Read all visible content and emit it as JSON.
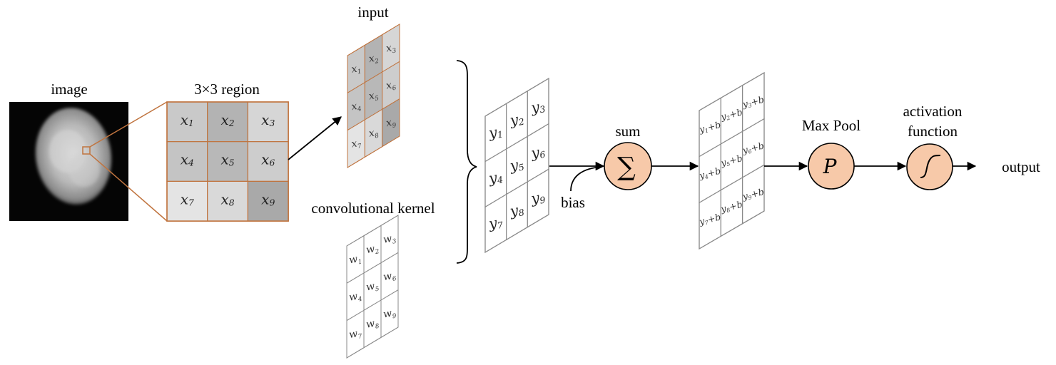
{
  "labels": {
    "image": "image",
    "region": "3×3 region",
    "input": "input",
    "kernel": "convolutional kernel",
    "sum": "sum",
    "bias": "bias",
    "maxpool": "Max Pool",
    "activation_line1": "activation",
    "activation_line2": "function",
    "output": "output"
  },
  "symbols": {
    "sum": "∑",
    "pool": "P",
    "activation": "sigmoid-curve-icon"
  },
  "region_cells": [
    {
      "base": "x",
      "sub": "1"
    },
    {
      "base": "x",
      "sub": "2"
    },
    {
      "base": "x",
      "sub": "3"
    },
    {
      "base": "x",
      "sub": "4"
    },
    {
      "base": "x",
      "sub": "5"
    },
    {
      "base": "x",
      "sub": "6"
    },
    {
      "base": "x",
      "sub": "7"
    },
    {
      "base": "x",
      "sub": "8"
    },
    {
      "base": "x",
      "sub": "9"
    }
  ],
  "input_cells": [
    {
      "base": "x",
      "sub": "1"
    },
    {
      "base": "x",
      "sub": "2"
    },
    {
      "base": "x",
      "sub": "3"
    },
    {
      "base": "x",
      "sub": "4"
    },
    {
      "base": "x",
      "sub": "5"
    },
    {
      "base": "x",
      "sub": "6"
    },
    {
      "base": "x",
      "sub": "7"
    },
    {
      "base": "x",
      "sub": "8"
    },
    {
      "base": "x",
      "sub": "9"
    }
  ],
  "kernel_cells": [
    {
      "base": "w",
      "sub": "1"
    },
    {
      "base": "w",
      "sub": "2"
    },
    {
      "base": "w",
      "sub": "3"
    },
    {
      "base": "w",
      "sub": "4"
    },
    {
      "base": "w",
      "sub": "5"
    },
    {
      "base": "w",
      "sub": "6"
    },
    {
      "base": "w",
      "sub": "7"
    },
    {
      "base": "w",
      "sub": "8"
    },
    {
      "base": "w",
      "sub": "9"
    }
  ],
  "y_cells": [
    {
      "base": "y",
      "sub": "1"
    },
    {
      "base": "y",
      "sub": "2"
    },
    {
      "base": "y",
      "sub": "3"
    },
    {
      "base": "y",
      "sub": "4"
    },
    {
      "base": "y",
      "sub": "5"
    },
    {
      "base": "y",
      "sub": "6"
    },
    {
      "base": "y",
      "sub": "7"
    },
    {
      "base": "y",
      "sub": "8"
    },
    {
      "base": "y",
      "sub": "9"
    }
  ],
  "yb_cells": [
    {
      "base": "y",
      "sub": "1",
      "suffix": "+b"
    },
    {
      "base": "y",
      "sub": "2",
      "suffix": "+b"
    },
    {
      "base": "y",
      "sub": "3",
      "suffix": "+b"
    },
    {
      "base": "y",
      "sub": "4",
      "suffix": "+b"
    },
    {
      "base": "y",
      "sub": "5",
      "suffix": "+b"
    },
    {
      "base": "y",
      "sub": "6",
      "suffix": "+b"
    },
    {
      "base": "y",
      "sub": "7",
      "suffix": "+b"
    },
    {
      "base": "y",
      "sub": "8",
      "suffix": "+b"
    },
    {
      "base": "y",
      "sub": "9",
      "suffix": "+b"
    }
  ],
  "colors": {
    "accent_orange": "#c0743f",
    "node_fill": "#f7c9a9",
    "grid_line": "#8a8a8a",
    "text": "#222222",
    "cell_shades": [
      "#c9c9c9",
      "#b3b3b3",
      "#d6d6d6",
      "#c4c4c4",
      "#b8b8b8",
      "#cdcdcd",
      "#e4e4e4",
      "#d9d9d9",
      "#a9a9a9"
    ]
  }
}
